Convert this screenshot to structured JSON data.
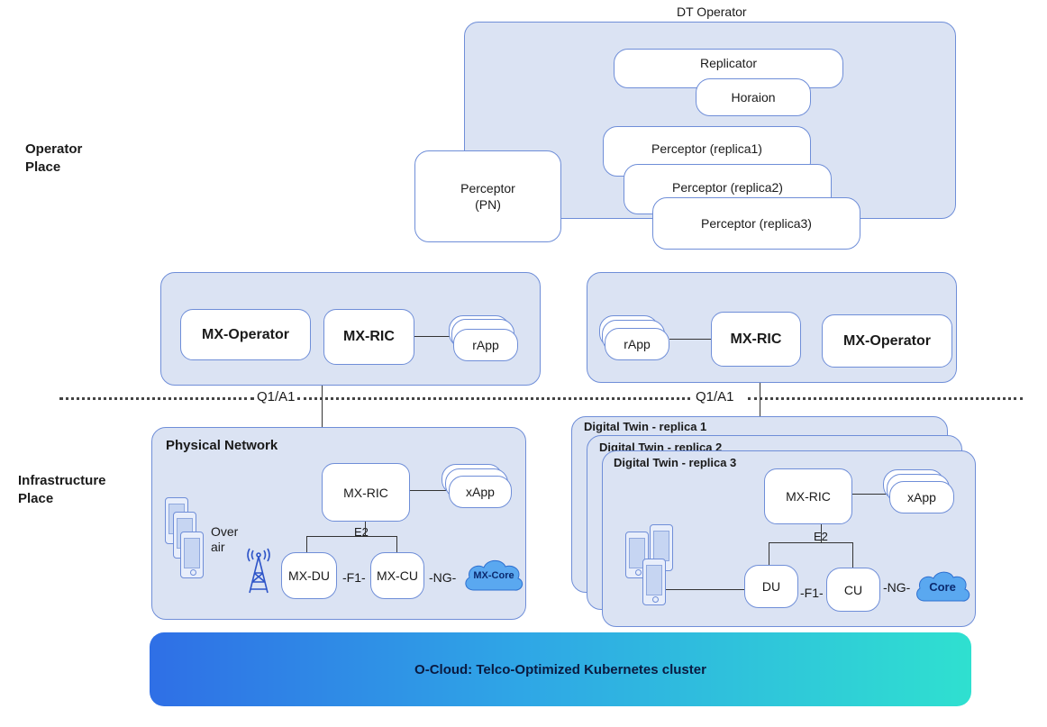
{
  "places": {
    "operator": "Operator\nPlace",
    "infrastructure": "Infrastructure\nPlace"
  },
  "dt_operator": {
    "title": "DT Operator",
    "replicator": "Replicator",
    "horaion": "Horaion",
    "perceptor_pn": "Perceptor\n(PN)",
    "replicas": [
      "Perceptor (replica1)",
      "Perceptor (replica2)",
      "Perceptor (replica3)"
    ]
  },
  "left_mx": {
    "operator": "MX-Operator",
    "ric": "MX-RIC",
    "rapp": "rApp"
  },
  "right_mx": {
    "rapp": "rApp",
    "ric": "MX-RIC",
    "operator": "MX-Operator"
  },
  "interfaces": {
    "q1a1_left": "Q1/A1",
    "q1a1_right": "Q1/A1"
  },
  "physical_network": {
    "title": "Physical Network",
    "ric": "MX-RIC",
    "xapp": "xApp",
    "over_air": "Over\nair",
    "e2": "E2",
    "du": "MX-DU",
    "f1": "-F1-",
    "cu": "MX-CU",
    "ng": "-NG-",
    "core": "MX-Core"
  },
  "digital_twin": {
    "titles": [
      "Digital Twin - replica 1",
      "Digital Twin - replica 2",
      "Digital Twin - replica 3"
    ],
    "ric": "MX-RIC",
    "xapp": "xApp",
    "e2": "E2",
    "du": "DU",
    "f1": "-F1-",
    "cu": "CU",
    "ng": "-NG-",
    "core": "Core"
  },
  "ocloud": "O-Cloud: Telco-Optimized Kubernetes cluster",
  "colors": {
    "region_fill": "#dbe3f3",
    "border": "#6f8ed8",
    "cloud": "#5aa8f0",
    "gradient_start": "#2f6fe6",
    "gradient_end": "#2fe0d0"
  }
}
